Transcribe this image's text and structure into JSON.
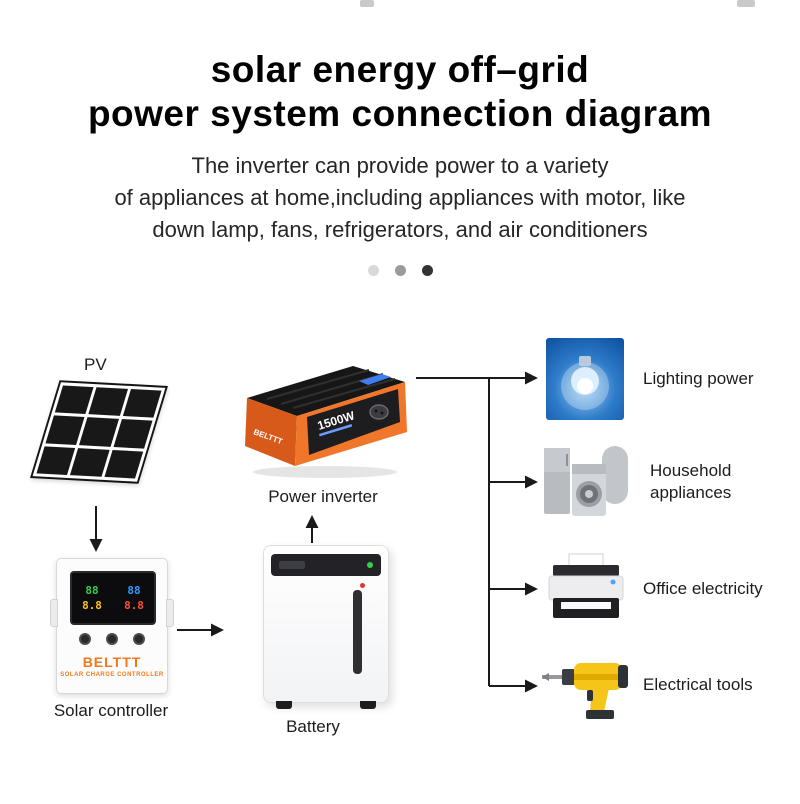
{
  "header": {
    "title_lines": [
      "solar energy off–grid",
      "power system connection diagram"
    ],
    "subtitle_lines": [
      "The inverter can provide power to a variety",
      "of appliances at home,including appliances with motor, like",
      "down lamp, fans, refrigerators, and air conditioners"
    ],
    "dot_colors": [
      "#d9d9d9",
      "#9b9b9b",
      "#333333"
    ]
  },
  "nodes": {
    "pv": {
      "label": "PV"
    },
    "inverter": {
      "label": "Power inverter",
      "device_text": "1500W",
      "brand": "BELTTT"
    },
    "controller": {
      "label": "Solar controller",
      "brand": "BELTTT",
      "sub": "SOLAR CHARGE CONTROLLER",
      "display": [
        "88",
        "88",
        "8.8",
        "8.8"
      ]
    },
    "battery": {
      "label": "Battery"
    }
  },
  "outputs": [
    {
      "label": "Lighting power"
    },
    {
      "label": "Household appliances"
    },
    {
      "label": "Office electricity"
    },
    {
      "label": "Electrical tools"
    }
  ]
}
